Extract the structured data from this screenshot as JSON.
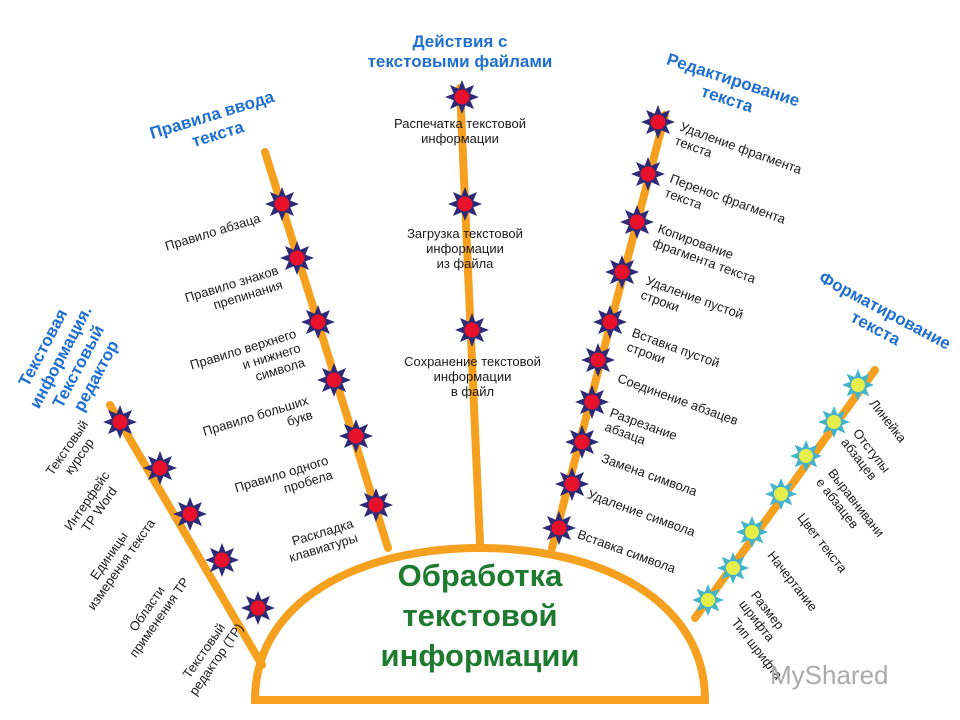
{
  "center": {
    "lines": [
      "Обработка",
      "текстовой",
      "информации"
    ]
  },
  "branches": {
    "b1": {
      "title": [
        "Текстовая",
        "информация.",
        "Текстовый",
        "редактор"
      ],
      "items": [
        [
          "Текстовый",
          "курсор"
        ],
        [
          "Интерфейс",
          "ТР Word"
        ],
        [
          "Единицы",
          "измерения текста"
        ],
        [
          "Области",
          "применения ТР"
        ],
        [
          "Текстовый",
          "редактор (ТР)"
        ]
      ]
    },
    "b2": {
      "title": [
        "Правила ввода",
        "текста"
      ],
      "items": [
        [
          "Правило абзаца"
        ],
        [
          "Правило знаков",
          "препинания"
        ],
        [
          "Правило верхнего",
          "и нижнего",
          "символа"
        ],
        [
          "Правило больших",
          "букв"
        ],
        [
          "Правило одного",
          "пробела"
        ],
        [
          "Раскладка",
          "клавиатуры"
        ]
      ]
    },
    "b3": {
      "title": [
        "Действия с",
        "текстовыми файлами"
      ],
      "items": [
        [
          "Распечатка текстовой",
          "информации"
        ],
        [
          "Загрузка текстовой",
          "информации",
          "из файла"
        ],
        [
          "Сохранение текстовой",
          "информации",
          "в файл"
        ]
      ]
    },
    "b4": {
      "title": [
        "Редактирование",
        "текста"
      ],
      "items": [
        [
          "Удаление фрагмента",
          "текста"
        ],
        [
          "Перенос фрагмента",
          "текста"
        ],
        [
          "Копирование",
          "фрагмента текста"
        ],
        [
          "Удаление пустой",
          "строки"
        ],
        [
          "Вставка пустой",
          "строки"
        ],
        [
          "Соединение абзацев"
        ],
        [
          "Разрезание",
          "абзаца"
        ],
        [
          "Замена символа"
        ],
        [
          "Удаление символа"
        ],
        [
          "Вставка символа"
        ]
      ]
    },
    "b5": {
      "title": [
        "Форматирование",
        "текста"
      ],
      "items": [
        [
          "Линейка"
        ],
        [
          "Отступы",
          "абзацев"
        ],
        [
          "Выравнивани",
          "е абзацев"
        ],
        [
          "Цвет текста"
        ],
        [
          "Начертание"
        ],
        [
          "Размер",
          "шрифта"
        ],
        [
          "Тип шрифта"
        ]
      ]
    }
  },
  "watermark": "MyShared",
  "colors": {
    "stem": "#f5a01f",
    "star": "#2e2a78",
    "dot": "#e8102a",
    "star_light": "#45b3c9",
    "dot_light": "#e6ef4a",
    "category": "#1f6fd0",
    "center_text": "#1e7a2e"
  }
}
